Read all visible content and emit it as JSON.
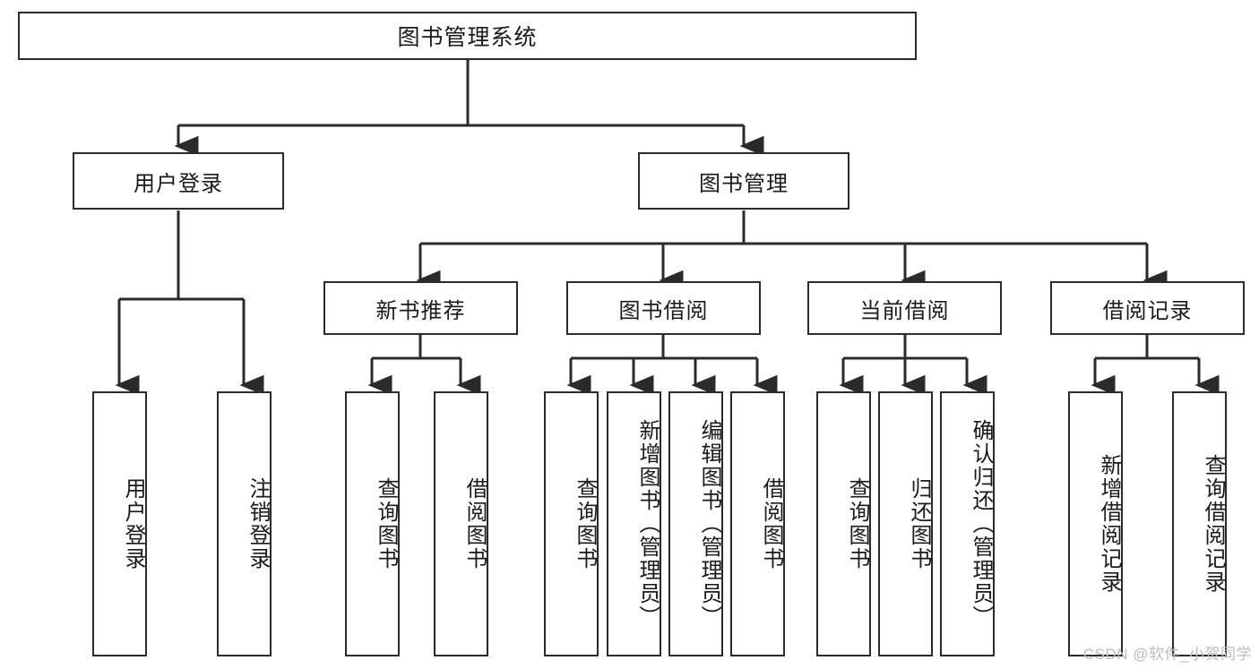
{
  "diagram": {
    "title": "图书管理系统",
    "type": "hierarchy-tree",
    "root": {
      "label": "图书管理系统"
    },
    "level2": [
      {
        "label": "用户登录"
      },
      {
        "label": "图书管理"
      }
    ],
    "level3": [
      {
        "label": "新书推荐"
      },
      {
        "label": "图书借阅"
      },
      {
        "label": "当前借阅"
      },
      {
        "label": "借阅记录"
      }
    ],
    "leaves": {
      "user_login": [
        {
          "label": "用户登录"
        },
        {
          "label": "注销登录"
        }
      ],
      "new_book_recommend": [
        {
          "label": "查询图书"
        },
        {
          "label": "借阅图书"
        }
      ],
      "book_borrow": [
        {
          "label": "查询图书"
        },
        {
          "label": "新增图书（管理员）"
        },
        {
          "label": "编辑图书（管理员）"
        },
        {
          "label": "借阅图书"
        }
      ],
      "current_borrow": [
        {
          "label": "查询图书"
        },
        {
          "label": "归还图书"
        },
        {
          "label": "确认归还（管理员）"
        }
      ],
      "borrow_record": [
        {
          "label": "新增借阅记录"
        },
        {
          "label": "查询借阅记录"
        }
      ]
    }
  },
  "watermark": {
    "text": "CSDN @软件_小贺同学"
  },
  "colors": {
    "stroke": "#2b2b2b",
    "background": "#ffffff",
    "text": "#1a1a1a",
    "watermark": "#bdbdbd"
  }
}
